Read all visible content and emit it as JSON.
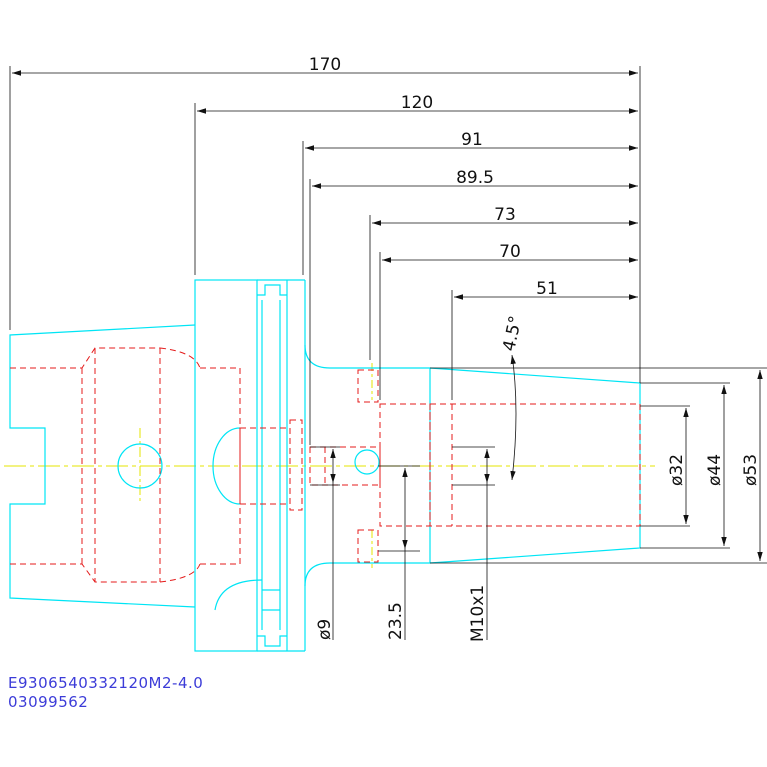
{
  "dimensions": {
    "d170": "170",
    "d120": "120",
    "d91": "91",
    "d895": "89.5",
    "d73": "73",
    "d70": "70",
    "d51": "51",
    "angle": "4.5°",
    "dia32": "ø32",
    "dia44": "ø44",
    "dia53": "ø53",
    "dia9": "ø9",
    "d235": "23.5",
    "thread": "M10x1"
  },
  "part_code": {
    "line1": "E9306540332120M2-4.0",
    "line2": "03099562"
  },
  "colors": {
    "outline": "#00e5f5",
    "hidden": "#e41b1b",
    "center": "#e6e600",
    "dimension": "#111111",
    "code_text": "#3c3cd8"
  }
}
